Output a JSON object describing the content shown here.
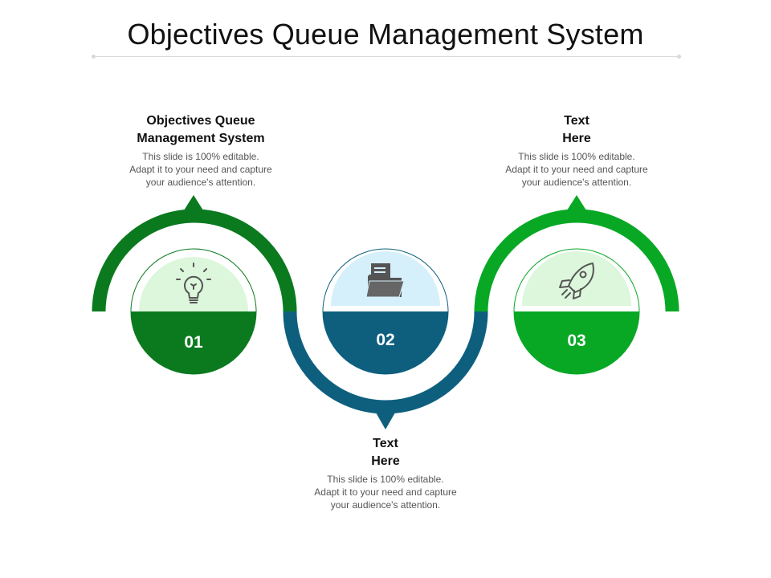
{
  "title": "Objectives Queue Management System",
  "colors": {
    "step1_dark": "#0b7a1f",
    "step1_light": "#dcf7dc",
    "step2_dark": "#0e5f7e",
    "step2_light": "#d5f0fb",
    "step3_dark": "#08a825",
    "step3_light": "#dcf7dc",
    "icon_gray": "#555555"
  },
  "steps": [
    {
      "number": "01",
      "heading_line1": "Objectives Queue",
      "heading_line2": "Management System",
      "body_line1": "This slide is 100% editable.",
      "body_line2": "Adapt it to your need and capture",
      "body_line3": "your audience's attention.",
      "icon": "lightbulb-icon"
    },
    {
      "number": "02",
      "heading_line1": "Text",
      "heading_line2": "Here",
      "body_line1": "This slide is 100% editable.",
      "body_line2": "Adapt it to your need and capture",
      "body_line3": "your audience's attention.",
      "icon": "folder-icon"
    },
    {
      "number": "03",
      "heading_line1": "Text",
      "heading_line2": "Here",
      "body_line1": "This slide is 100% editable.",
      "body_line2": "Adapt it to your need and capture",
      "body_line3": "your audience's attention.",
      "icon": "rocket-icon"
    }
  ]
}
